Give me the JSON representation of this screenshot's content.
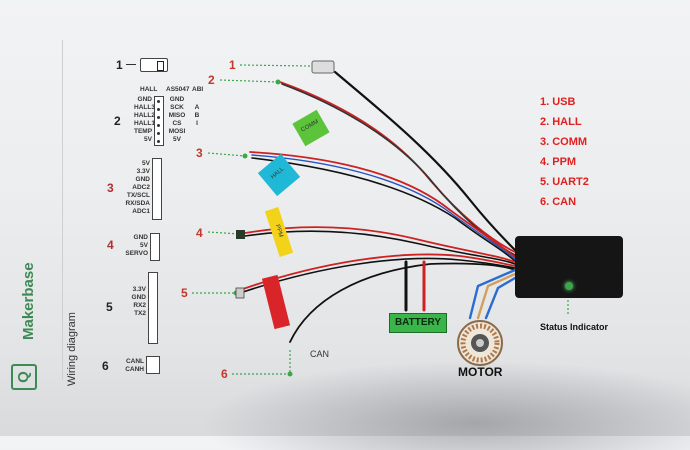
{
  "brand": {
    "name": "Makerbase",
    "logo_letter": "Q"
  },
  "diagram_title": "Wiring diagram",
  "left_connectors": {
    "c1": {
      "num": "1",
      "label": "USB"
    },
    "c2": {
      "num": "2",
      "header_hall": "HALL",
      "header_as": "AS5047",
      "header_abi": "ABI",
      "left_pins": [
        "GND",
        "HALL3",
        "HALL2",
        "HALL1",
        "TEMP",
        "5V"
      ],
      "right_pins": [
        "GND",
        "SCK",
        "MISO",
        "CS",
        "MOSI",
        "5V"
      ],
      "abi_pins": [
        "A",
        "B",
        "I"
      ]
    },
    "c3": {
      "num": "3",
      "pins": [
        "5V",
        "3.3V",
        "GND",
        "ADC2",
        "TX/SCL",
        "RX/SDA",
        "ADC1"
      ]
    },
    "c4": {
      "num": "4",
      "pins": [
        "GND",
        "5V",
        "SERVO"
      ]
    },
    "c5": {
      "num": "5",
      "pins": [
        "3.3V",
        "GND",
        "",
        "RX2",
        "TX2"
      ]
    },
    "c6": {
      "num": "6",
      "pins": [
        "CANL",
        "CANH"
      ]
    }
  },
  "callouts": [
    "1",
    "2",
    "3",
    "4",
    "5",
    "6"
  ],
  "wire_tags": [
    "COMM",
    "HALL",
    "PPM"
  ],
  "legend": [
    "1. USB",
    "2. HALL",
    "3. COMM",
    "4. PPM",
    "5. UART2",
    "6. CAN"
  ],
  "labels": {
    "battery": "BATTERY",
    "motor": "MOTOR",
    "status": "Status Indicator",
    "can": "CAN"
  },
  "colors": {
    "accent_red": "#e02020",
    "brand_green": "#3d8a55",
    "battery_green": "#39b54a",
    "tag_green": "#5cc43a",
    "tag_cyan": "#1fb8d6",
    "tag_yellow": "#f3d21a",
    "tag_red": "#d9252a",
    "controller": "#151515"
  }
}
